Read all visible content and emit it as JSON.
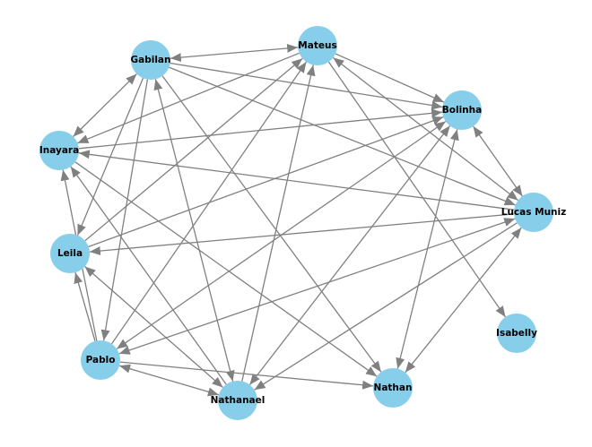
{
  "graph": {
    "directed": true,
    "colors": {
      "node_fill": "#87ceeb",
      "edge": "#808080",
      "label": "#000000",
      "background": "#ffffff"
    },
    "nodes": [
      {
        "id": "mateus",
        "label": "Mateus"
      },
      {
        "id": "gabilan",
        "label": "Gabilan"
      },
      {
        "id": "bolinha",
        "label": "Bolinha"
      },
      {
        "id": "inayara",
        "label": "Inayara"
      },
      {
        "id": "lucas",
        "label": "Lucas Muniz"
      },
      {
        "id": "leila",
        "label": "Leila"
      },
      {
        "id": "isabelly",
        "label": "Isabelly"
      },
      {
        "id": "pablo",
        "label": "Pablo"
      },
      {
        "id": "nathan",
        "label": "Nathan"
      },
      {
        "id": "nathanael",
        "label": "Nathanael"
      }
    ],
    "edges": [
      {
        "source": "gabilan",
        "target": "mateus",
        "bidirectional": true
      },
      {
        "source": "gabilan",
        "target": "inayara",
        "bidirectional": true
      },
      {
        "source": "gabilan",
        "target": "bolinha",
        "bidirectional": false
      },
      {
        "source": "gabilan",
        "target": "lucas",
        "bidirectional": false
      },
      {
        "source": "gabilan",
        "target": "nathan",
        "bidirectional": false
      },
      {
        "source": "gabilan",
        "target": "nathanael",
        "bidirectional": true
      },
      {
        "source": "gabilan",
        "target": "pablo",
        "bidirectional": false
      },
      {
        "source": "gabilan",
        "target": "leila",
        "bidirectional": false
      },
      {
        "source": "mateus",
        "target": "inayara",
        "bidirectional": false
      },
      {
        "source": "mateus",
        "target": "bolinha",
        "bidirectional": false
      },
      {
        "source": "mateus",
        "target": "lucas",
        "bidirectional": true
      },
      {
        "source": "mateus",
        "target": "isabelly",
        "bidirectional": false
      },
      {
        "source": "leila",
        "target": "mateus",
        "bidirectional": false
      },
      {
        "source": "pablo",
        "target": "mateus",
        "bidirectional": false
      },
      {
        "source": "nathanael",
        "target": "mateus",
        "bidirectional": false
      },
      {
        "source": "inayara",
        "target": "bolinha",
        "bidirectional": false
      },
      {
        "source": "leila",
        "target": "bolinha",
        "bidirectional": false
      },
      {
        "source": "bolinha",
        "target": "lucas",
        "bidirectional": true
      },
      {
        "source": "bolinha",
        "target": "pablo",
        "bidirectional": true
      },
      {
        "source": "bolinha",
        "target": "nathanael",
        "bidirectional": true
      },
      {
        "source": "bolinha",
        "target": "nathan",
        "bidirectional": true
      },
      {
        "source": "lucas",
        "target": "inayara",
        "bidirectional": false
      },
      {
        "source": "lucas",
        "target": "leila",
        "bidirectional": false
      },
      {
        "source": "lucas",
        "target": "pablo",
        "bidirectional": true
      },
      {
        "source": "lucas",
        "target": "nathanael",
        "bidirectional": false
      },
      {
        "source": "lucas",
        "target": "nathan",
        "bidirectional": true
      },
      {
        "source": "inayara",
        "target": "nathan",
        "bidirectional": false
      },
      {
        "source": "nathanael",
        "target": "inayara",
        "bidirectional": false
      },
      {
        "source": "pablo",
        "target": "inayara",
        "bidirectional": false
      },
      {
        "source": "pablo",
        "target": "leila",
        "bidirectional": false
      },
      {
        "source": "nathanael",
        "target": "leila",
        "bidirectional": true
      },
      {
        "source": "pablo",
        "target": "nathanael",
        "bidirectional": true
      },
      {
        "source": "pablo",
        "target": "nathan",
        "bidirectional": false
      }
    ]
  }
}
